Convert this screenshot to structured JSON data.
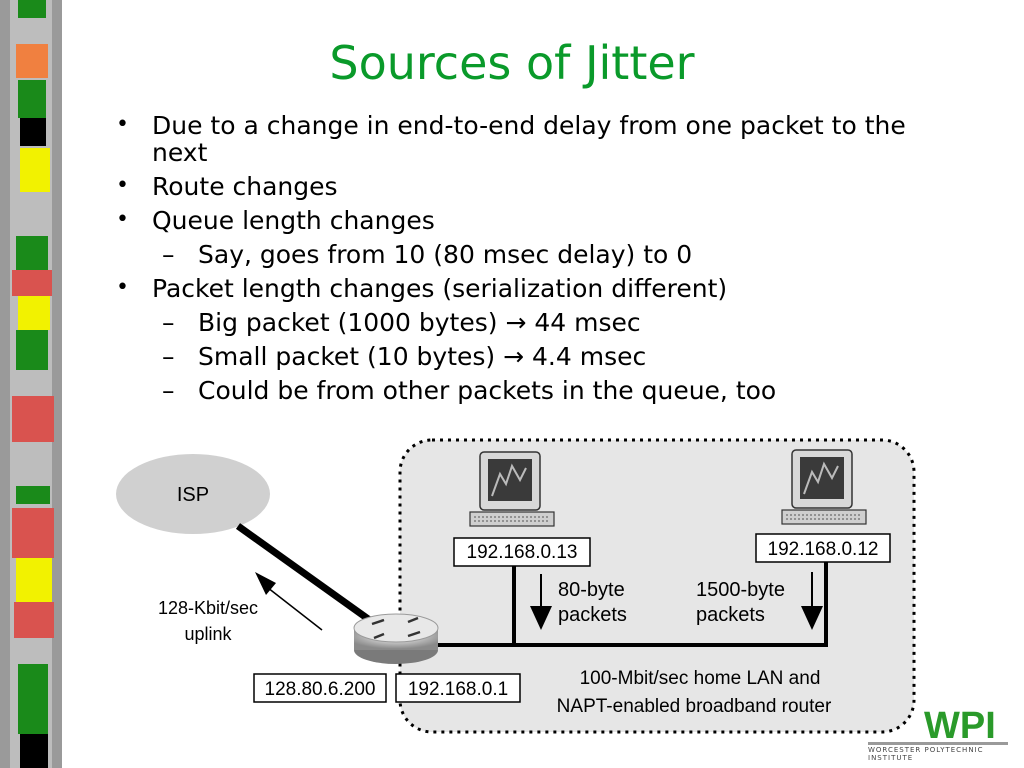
{
  "slide": {
    "title": "Sources of Jitter",
    "bullets": {
      "b1_line1": "Due to a change in end-to-end delay from one packet to the",
      "b1_line2": "next",
      "b2": "Route changes",
      "b3": "Queue length changes",
      "b3_sub1": "Say, goes from 10 (80 msec delay) to 0",
      "b4": "Packet length changes (serialization different)",
      "b4_sub1": "Big packet (1000 bytes) → 44 msec",
      "b4_sub2": "Small packet (10 bytes) → 4.4 msec",
      "b4_sub3": "Could be from other packets in the queue, too"
    },
    "bullet_glyph": "•",
    "dash_glyph": "–"
  },
  "diagram": {
    "isp": "ISP",
    "uplink_line1": "128-Kbit/sec",
    "uplink_line2": "uplink",
    "ip_router_wan": "128.80.6.200",
    "ip_router_lan": "192.168.0.1",
    "ip_host_left": "192.168.0.13",
    "ip_host_right": "192.168.0.12",
    "small_pkt_line1": "80-byte",
    "small_pkt_line2": "packets",
    "large_pkt_line1": "1500-byte",
    "large_pkt_line2": "packets",
    "lan_line1": "100-Mbit/sec home LAN and",
    "lan_line2": "NAPT-enabled broadband router"
  },
  "logo": {
    "text": "WPI",
    "subtext": "WORCESTER POLYTECHNIC INSTITUTE"
  },
  "colors": {
    "title": "#0a9a2a",
    "stripe_green": "#1a8a1a",
    "stripe_red": "#d9534f",
    "stripe_yellow": "#f2f200",
    "stripe_orange": "#f08040",
    "stripe_gray": "#9a9a9a",
    "logo_green": "#2a9a2a"
  }
}
